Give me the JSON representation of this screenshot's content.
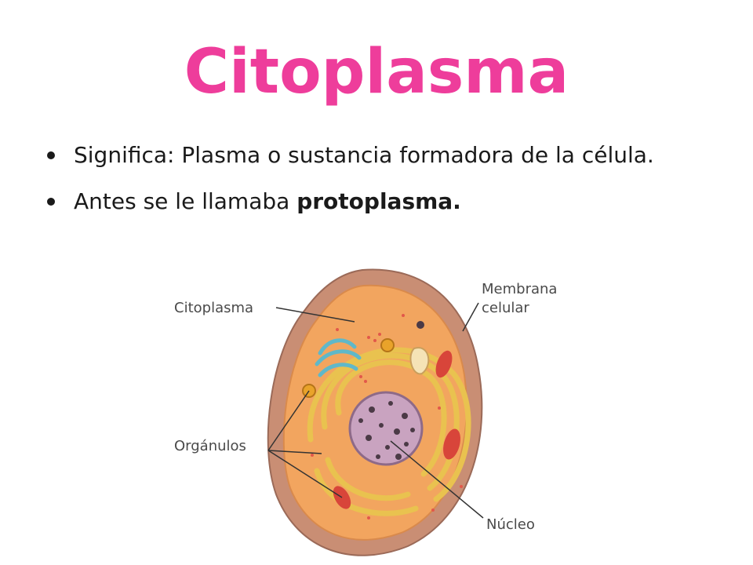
{
  "slide": {
    "title": "Citoplasma",
    "title_color": "#ee3d9b",
    "bullets": [
      {
        "text": "Significa: Plasma o sustancia formadora de la célula."
      },
      {
        "text_before": "Antes se le llamaba ",
        "bold": "protoplasma."
      }
    ]
  },
  "diagram": {
    "labels": {
      "citoplasma": "Citoplasma",
      "membrana_line1": "Membrana",
      "membrana_line2": "celular",
      "organulos": "Orgánulos",
      "nucleo": "Núcleo"
    },
    "colors": {
      "membrane": "#c98e74",
      "cytoplasm": "#f2a55f",
      "nucleus": "#c9a3c0",
      "chromatin": "#4b3a46",
      "reticulum": "#f1d46a",
      "mitochondria": "#d8453a",
      "golgi": "#5fb8c9"
    }
  }
}
